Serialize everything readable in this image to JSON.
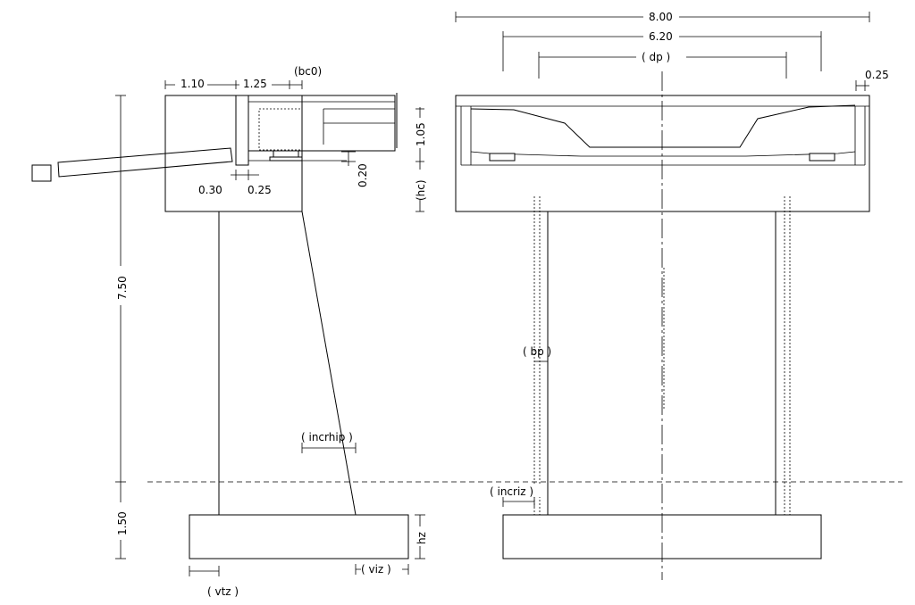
{
  "side_view": {
    "dim_left_top": "1.10",
    "dim_mid_top": "1.25",
    "dim_bc0": "(bc0)",
    "dim_105": "1.05",
    "dim_020": "0.20",
    "dim_hc": "(hc)",
    "dim_030": "0.30",
    "dim_025": "0.25",
    "dim_750": "7.50",
    "dim_150": "1.50",
    "dim_incrhip": "( incrhip )",
    "dim_hz": "hz",
    "dim_viz": "( viz )",
    "dim_vtz": "( vtz )"
  },
  "front_view": {
    "dim_800": "8.00",
    "dim_620": "6.20",
    "dim_dp": "( dp )",
    "dim_025": "0.25",
    "dim_bp": "( bp )",
    "dim_incriz": "( incriz )"
  }
}
